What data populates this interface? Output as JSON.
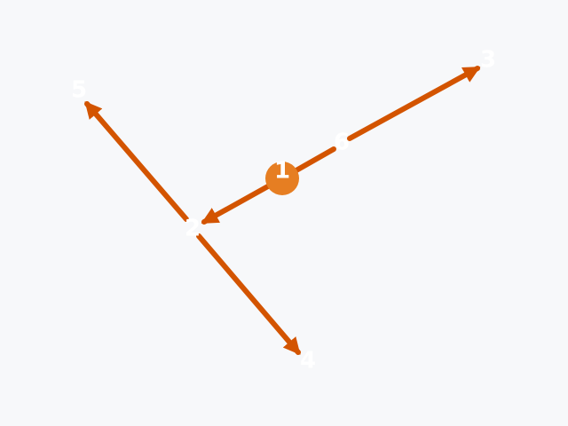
{
  "colors": {
    "background": "#f7f8fa",
    "edge": "#d35400",
    "node_fill": "#e67e22",
    "label": "#ffffff"
  },
  "nodes": [
    {
      "id": "1",
      "label": "1"
    },
    {
      "id": "2",
      "label": "2"
    },
    {
      "id": "3",
      "label": "3"
    },
    {
      "id": "4",
      "label": "4"
    },
    {
      "id": "5",
      "label": "5"
    },
    {
      "id": "6",
      "label": "6"
    }
  ],
  "edges": [
    {
      "from": "6",
      "to": "3"
    },
    {
      "from": "6",
      "to": "2"
    },
    {
      "from": "2",
      "to": "5"
    },
    {
      "from": "2",
      "to": "4"
    }
  ]
}
